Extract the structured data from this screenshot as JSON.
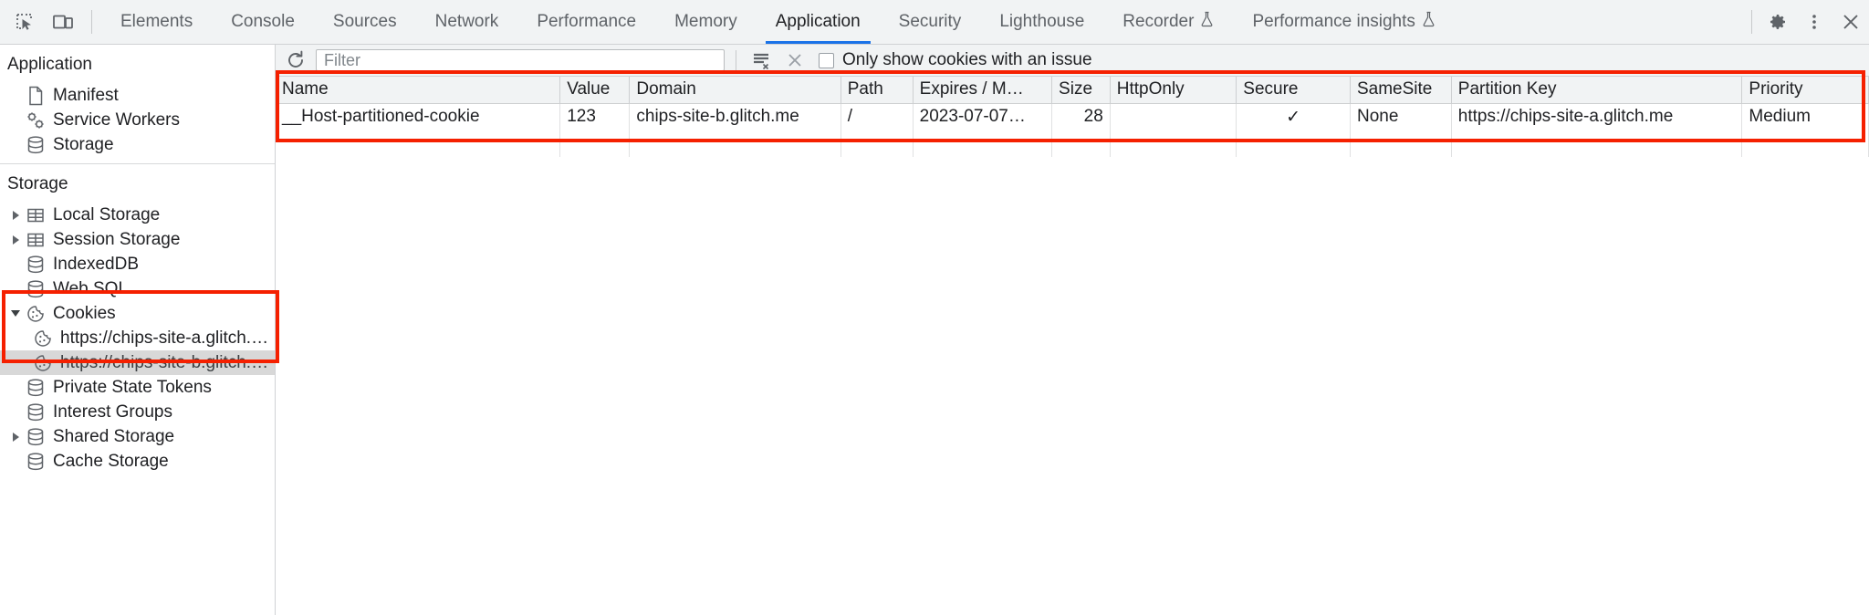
{
  "toolbar": {
    "inspect_icon": "inspect-element-icon",
    "device_icon": "device-toolbar-icon",
    "tabs": [
      {
        "label": "Elements",
        "active": false,
        "experimental": false
      },
      {
        "label": "Console",
        "active": false,
        "experimental": false
      },
      {
        "label": "Sources",
        "active": false,
        "experimental": false
      },
      {
        "label": "Network",
        "active": false,
        "experimental": false
      },
      {
        "label": "Performance",
        "active": false,
        "experimental": false
      },
      {
        "label": "Memory",
        "active": false,
        "experimental": false
      },
      {
        "label": "Application",
        "active": true,
        "experimental": false
      },
      {
        "label": "Security",
        "active": false,
        "experimental": false
      },
      {
        "label": "Lighthouse",
        "active": false,
        "experimental": false
      },
      {
        "label": "Recorder",
        "active": false,
        "experimental": true
      },
      {
        "label": "Performance insights",
        "active": false,
        "experimental": true
      }
    ],
    "settings_icon": "gear-icon",
    "more_icon": "more-vertical-icon",
    "close_icon": "close-icon",
    "active_tab_color": "#1a73e8"
  },
  "sidebar": {
    "application_header": "Application",
    "application_items": [
      {
        "label": "Manifest",
        "icon": "manifest-file-icon",
        "arrow": "none"
      },
      {
        "label": "Service Workers",
        "icon": "service-workers-icon",
        "arrow": "none"
      },
      {
        "label": "Storage",
        "icon": "database-icon",
        "arrow": "none"
      }
    ],
    "storage_header": "Storage",
    "storage_items": [
      {
        "label": "Local Storage",
        "icon": "table-grid-icon",
        "arrow": "right",
        "indent": 0,
        "selected": false
      },
      {
        "label": "Session Storage",
        "icon": "table-grid-icon",
        "arrow": "right",
        "indent": 0,
        "selected": false
      },
      {
        "label": "IndexedDB",
        "icon": "database-icon",
        "arrow": "none",
        "indent": 0,
        "selected": false
      },
      {
        "label": "Web SQL",
        "icon": "database-icon",
        "arrow": "none",
        "indent": 0,
        "selected": false
      },
      {
        "label": "Cookies",
        "icon": "cookie-icon",
        "arrow": "down",
        "indent": 0,
        "selected": false
      },
      {
        "label": "https://chips-site-a.glitch.me",
        "icon": "cookie-icon",
        "arrow": "none",
        "indent": 1,
        "selected": false
      },
      {
        "label": "https://chips-site-b.glitch.me",
        "icon": "cookie-icon",
        "arrow": "none",
        "indent": 1,
        "selected": true
      },
      {
        "label": "Private State Tokens",
        "icon": "database-icon",
        "arrow": "none",
        "indent": 0,
        "selected": false
      },
      {
        "label": "Interest Groups",
        "icon": "database-icon",
        "arrow": "none",
        "indent": 0,
        "selected": false
      },
      {
        "label": "Shared Storage",
        "icon": "database-icon",
        "arrow": "right",
        "indent": 0,
        "selected": false
      },
      {
        "label": "Cache Storage",
        "icon": "database-icon",
        "arrow": "none",
        "indent": 0,
        "selected": false
      }
    ]
  },
  "filterbar": {
    "refresh_icon": "refresh-icon",
    "filter_placeholder": "Filter",
    "filter_value": "",
    "clear_filtered_icon": "clear-filtered-icon",
    "clear_all_icon": "clear-all-x-icon",
    "only_issues_label": "Only show cookies with an issue",
    "only_issues_checked": false
  },
  "table": {
    "columns": [
      "Name",
      "Value",
      "Domain",
      "Path",
      "Expires / M…",
      "Size",
      "HttpOnly",
      "Secure",
      "SameSite",
      "Partition Key",
      "Priority"
    ],
    "rows": [
      {
        "Name": "__Host-partitioned-cookie",
        "Value": "123",
        "Domain": "chips-site-b.glitch.me",
        "Path": "/",
        "Expires / M…": "2023-07-07…",
        "Size": "28",
        "HttpOnly": "",
        "Secure": "✓",
        "SameSite": "None",
        "Partition Key": "https://chips-site-a.glitch.me",
        "Priority": "Medium"
      }
    ]
  },
  "annotations": {
    "highlight_color": "#f52000",
    "boxes": [
      "cookies-tree-section",
      "cookies-table"
    ]
  }
}
